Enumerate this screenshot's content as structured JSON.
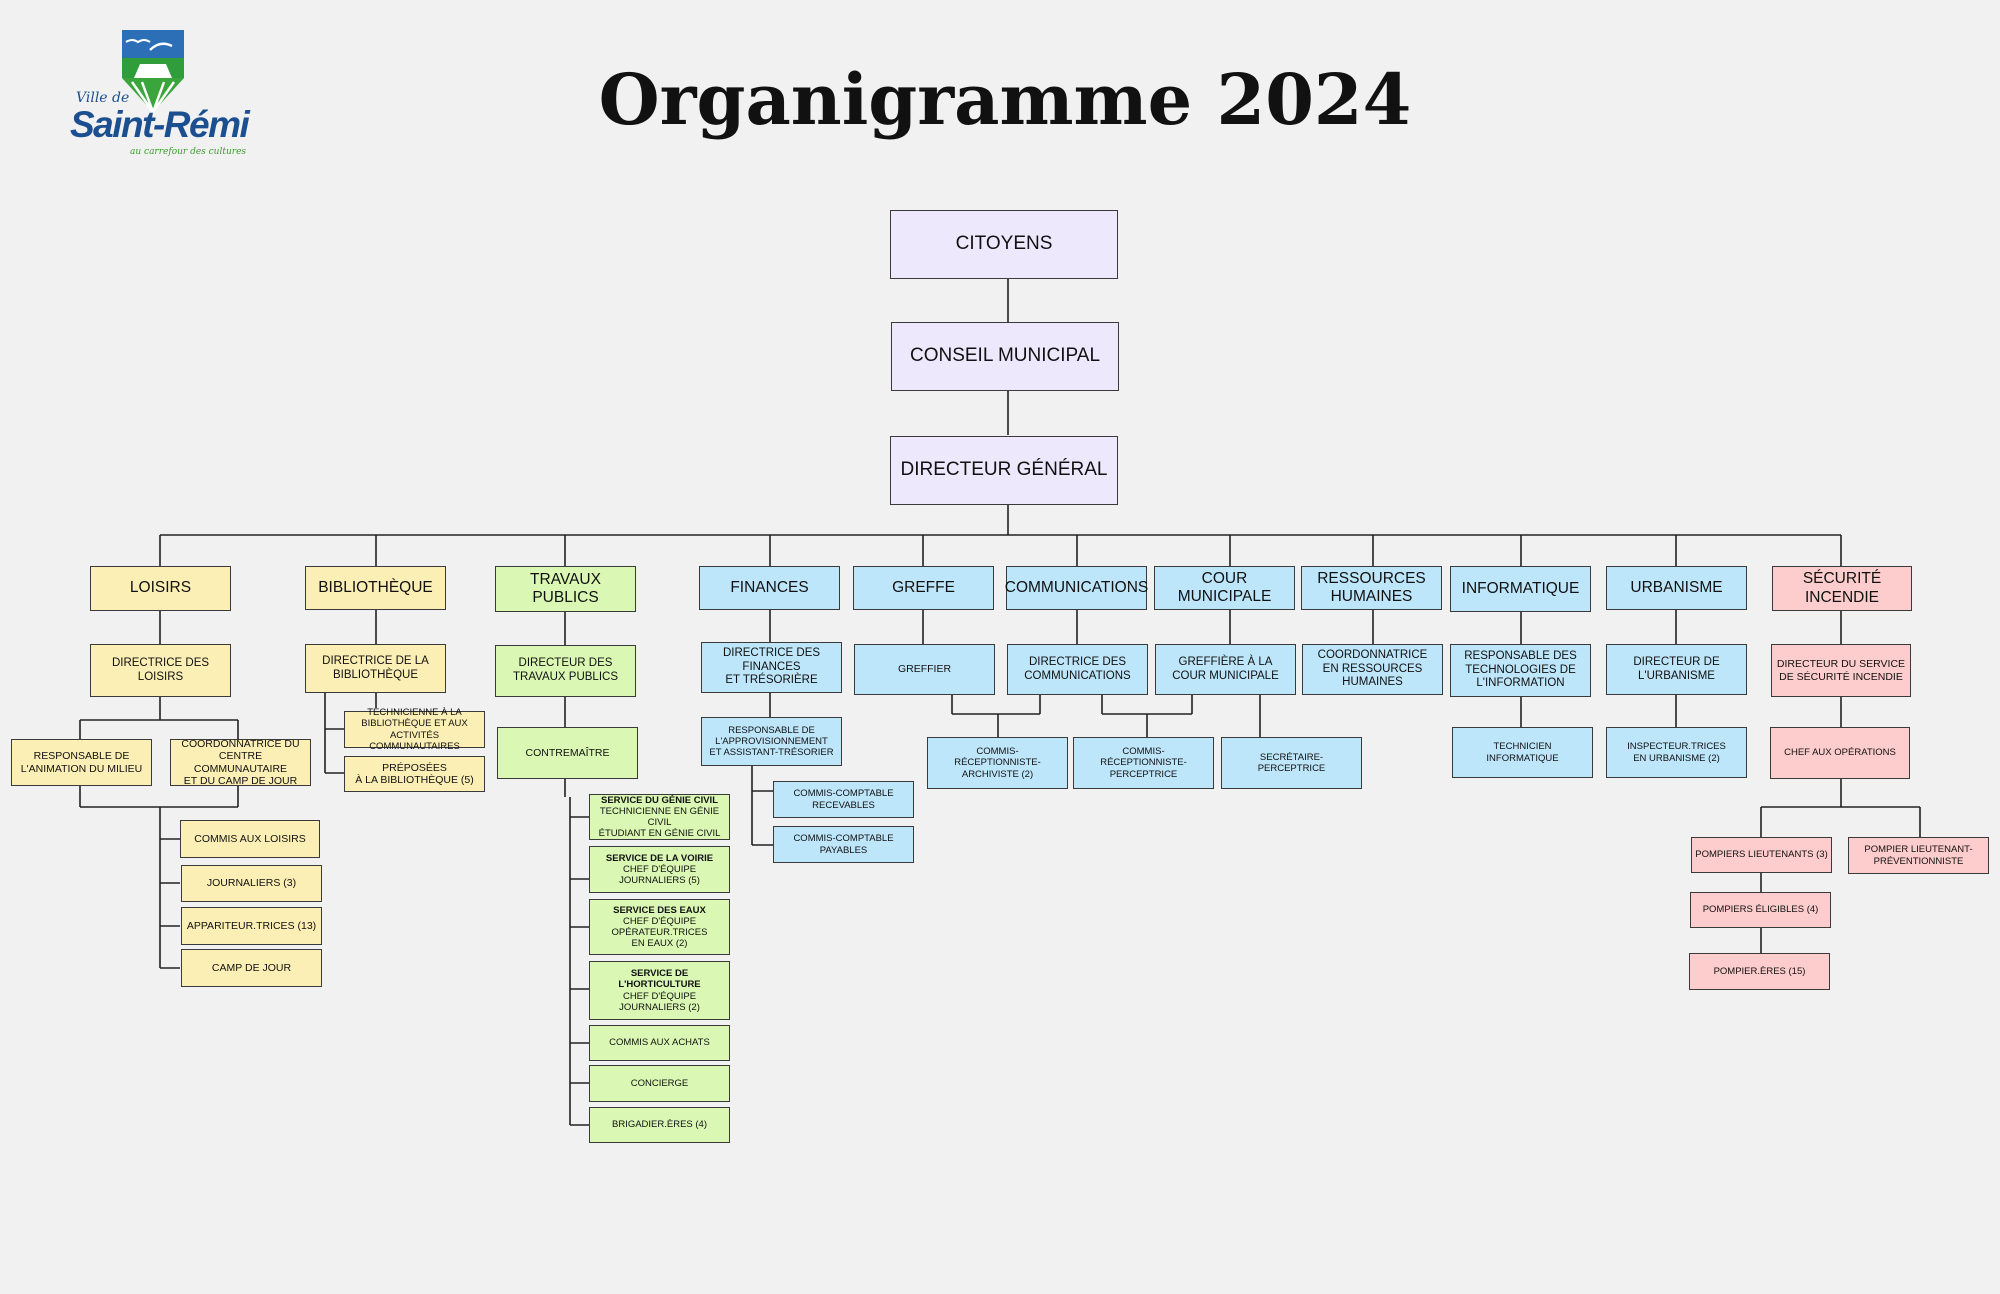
{
  "title": "Organigramme 2024",
  "logo": {
    "line1": "Ville de",
    "line2": "Saint-Rémi",
    "tagline": "au carrefour des cultures"
  },
  "colors": {
    "governance": "#eee8fd",
    "loisirs": "#fcefb5",
    "travaux_publics": "#daf8b4",
    "administration": "#bee6fb",
    "securite_incendie": "#fdcccc",
    "connector": "#222222"
  },
  "boxes": {
    "citoyens": [
      "CITOYENS"
    ],
    "conseil": [
      "CONSEIL MUNICIPAL"
    ],
    "dg": [
      "DIRECTEUR GÉNÉRAL"
    ],
    "loisirs": [
      "LOISIRS"
    ],
    "bibliotheque": [
      "BIBLIOTHÈQUE"
    ],
    "travaux": [
      "TRAVAUX PUBLICS"
    ],
    "finances": [
      "FINANCES"
    ],
    "greffe": [
      "GREFFE"
    ],
    "communications": [
      "COMMUNICATIONS"
    ],
    "cour": [
      "COUR MUNICIPALE"
    ],
    "rh": [
      "RESSOURCES",
      "HUMAINES"
    ],
    "informatique": [
      "INFORMATIQUE"
    ],
    "urbanisme": [
      "URBANISME"
    ],
    "securite": [
      "SÉCURITÉ INCENDIE"
    ],
    "dir_loisirs": [
      "DIRECTRICE DES",
      "LOISIRS"
    ],
    "resp_animation": [
      "RESPONSABLE DE",
      "L'ANIMATION DU MILIEU"
    ],
    "coord_centre": [
      "COORDONNATRICE DU",
      "CENTRE COMMUNAUTAIRE",
      "ET DU CAMP DE JOUR"
    ],
    "commis_loisirs": [
      "COMMIS AUX LOISIRS"
    ],
    "journaliers_loisirs": [
      "JOURNALIERS (3)"
    ],
    "appariteurs": [
      "APPARITEUR.TRICES (13)"
    ],
    "camp_jour": [
      "CAMP DE JOUR"
    ],
    "dir_biblio": [
      "DIRECTRICE DE LA",
      "BIBLIOTHÈQUE"
    ],
    "tech_biblio": [
      "TECHNICIENNE À LA",
      "BIBLIOTHÈQUE ET AUX",
      "ACTIVITÉS COMMUNAUTAIRES"
    ],
    "preposees": [
      "PRÉPOSÉES",
      "À LA BIBLIOTHÈQUE (5)"
    ],
    "dir_travaux": [
      "DIRECTEUR DES",
      "TRAVAUX PUBLICS"
    ],
    "contremaitre": [
      "CONTREMAÎTRE"
    ],
    "genie_civil": [
      "*SERVICE DU GÉNIE CIVIL",
      "TECHNICIENNE EN GÉNIE CIVIL",
      "ÉTUDIANT EN GÉNIE CIVIL"
    ],
    "voirie": [
      "*SERVICE DE LA VOIRIE",
      "CHEF D'ÉQUIPE",
      "JOURNALIERS (5)"
    ],
    "eaux": [
      "*SERVICE DES EAUX",
      "CHEF D'ÉQUIPE",
      "OPÉRATEUR.TRICES",
      "EN EAUX (2)"
    ],
    "horticulture": [
      "*SERVICE DE",
      "*L'HORTICULTURE",
      "CHEF D'ÉQUIPE",
      "JOURNALIERS (2)"
    ],
    "commis_achats": [
      "COMMIS AUX ACHATS"
    ],
    "concierge": [
      "CONCIERGE"
    ],
    "brigadiers": [
      "BRIGADIER.ÈRES (4)"
    ],
    "dir_finances": [
      "DIRECTRICE DES",
      "FINANCES",
      "ET TRÉSORIÈRE"
    ],
    "resp_appro": [
      "RESPONSABLE DE",
      "L'APPROVISIONNEMENT",
      "ET ASSISTANT-TRÉSORIER"
    ],
    "commis_recevables": [
      "COMMIS-COMPTABLE",
      "RECEVABLES"
    ],
    "commis_payables": [
      "COMMIS-COMPTABLE",
      "PAYABLES"
    ],
    "greffier": [
      "GREFFIER"
    ],
    "commis_archiviste": [
      "COMMIS-",
      "RÉCEPTIONNISTE-",
      "ARCHIVISTE (2)"
    ],
    "dir_comm": [
      "DIRECTRICE DES",
      "COMMUNICATIONS"
    ],
    "commis_perceptrice": [
      "COMMIS-",
      "RÉCEPTIONNISTE-",
      "PERCEPTRICE"
    ],
    "greffiere_cour": [
      "GREFFIÈRE À LA",
      "COUR MUNICIPALE"
    ],
    "secretaire": [
      "SECRÉTAIRE-",
      "PERCEPTRICE"
    ],
    "coord_rh": [
      "COORDONNATRICE",
      "EN RESSOURCES",
      "HUMAINES"
    ],
    "resp_ti": [
      "RESPONSABLE DES",
      "TECHNOLOGIES DE",
      "L'INFORMATION"
    ],
    "tech_info": [
      "TECHNICIEN",
      "INFORMATIQUE"
    ],
    "dir_urb": [
      "DIRECTEUR DE",
      "L'URBANISME"
    ],
    "inspecteurs": [
      "INSPECTEUR.TRICES",
      "EN URBANISME (2)"
    ],
    "dir_incendie": [
      "DIRECTEUR DU SERVICE",
      "DE SÉCURITÉ INCENDIE"
    ],
    "chef_ops": [
      "CHEF AUX OPÉRATIONS"
    ],
    "lieutenants": [
      "POMPIERS LIEUTENANTS (3)"
    ],
    "lieut_prev": [
      "POMPIER LIEUTENANT-",
      "PRÉVENTIONNISTE"
    ],
    "eligibles": [
      "POMPIERS ÉLIGIBLES (4)"
    ],
    "pompiers": [
      "POMPIER.ÈRES (15)"
    ]
  }
}
